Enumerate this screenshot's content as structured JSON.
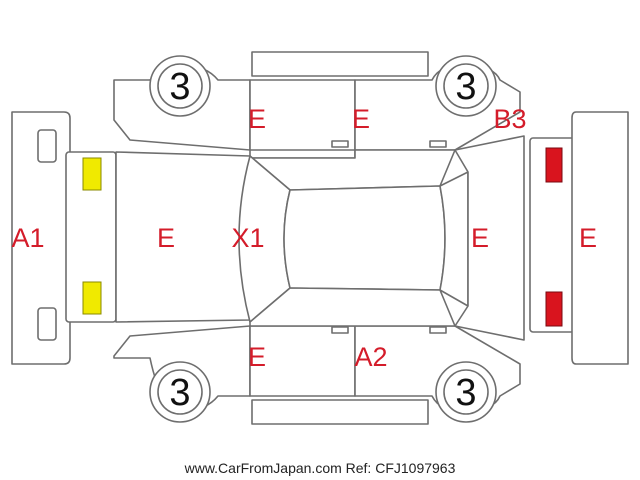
{
  "diagram": {
    "footer": "www.CarFromJapan.com Ref: CFJ1097963",
    "colors": {
      "outline": "#6e6e6e",
      "damage_code": "#d41c2a",
      "light_yellow": "#f0ea00",
      "light_red": "#d9141e"
    },
    "tire_tread": {
      "front_left": "3",
      "front_right": "3",
      "rear_left": "3",
      "rear_right": "3"
    },
    "codes": {
      "front_bumper": "A1",
      "hood": "E",
      "windshield": "X1",
      "front_door_left": "E",
      "rear_door_left": "E",
      "rear_quarter_left": "B3",
      "rear_glass": "E",
      "rear_bumper": "E",
      "front_door_right": "E",
      "rear_door_right": "A2"
    }
  }
}
